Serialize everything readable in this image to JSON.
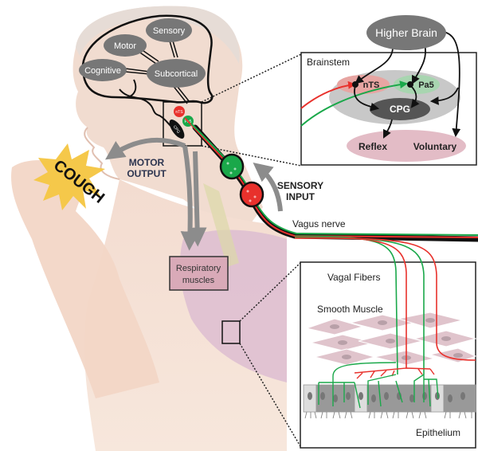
{
  "figure": {
    "type": "cough reflex neural pathway diagram",
    "colors": {
      "sensory_red": "#e8312c",
      "sensory_green": "#1aa84a",
      "node_gray": "#777777",
      "cpg_dark": "#444444",
      "brainstem_gray": "#c8c8c8",
      "output_pink": "#e3bcc6",
      "cough_yellow": "#f5c84a",
      "arrow_gray": "#8c8c8c"
    }
  },
  "brain": {
    "nodes": {
      "sensory": "Sensory",
      "motor": "Motor",
      "cognitive": "Cognitive",
      "subcortical": "Subcortical"
    },
    "mini_nodes": {
      "nts": "nTS",
      "pa5": "Pa5",
      "cpg": "CPG"
    }
  },
  "labels": {
    "cough": "COUGH",
    "motor_output_line1": "MOTOR",
    "motor_output_line2": "OUTPUT",
    "sensory_input_line1": "SENSORY",
    "sensory_input_line2": "INPUT",
    "vagus_nerve": "Vagus nerve",
    "respiratory_line1": "Respiratory",
    "respiratory_line2": "muscles"
  },
  "brainstem_inset": {
    "higher_brain": "Higher Brain",
    "title": "Brainstem",
    "nts": "nTS",
    "pa5": "Pa5",
    "cpg": "CPG",
    "reflex": "Reflex",
    "voluntary": "Voluntary"
  },
  "airway_inset": {
    "vagal_fibers": "Vagal Fibers",
    "smooth_muscle": "Smooth Muscle",
    "epithelium": "Epithelium"
  }
}
